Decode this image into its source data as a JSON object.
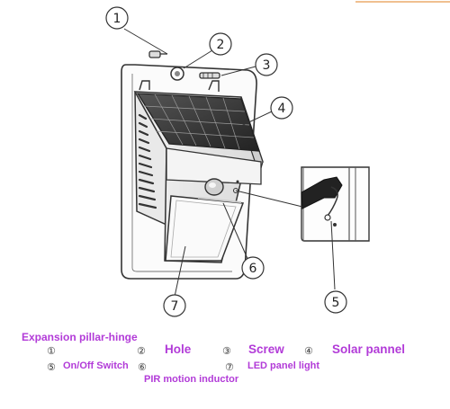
{
  "callouts": [
    "1",
    "2",
    "3",
    "4",
    "5",
    "6",
    "7"
  ],
  "legend": {
    "title": "Expansion pillar-hinge",
    "items": [
      {
        "num": "①",
        "label": ""
      },
      {
        "num": "②",
        "label": "Hole"
      },
      {
        "num": "③",
        "label": "Screw"
      },
      {
        "num": "④",
        "label": "Solar pannel"
      },
      {
        "num": "⑤",
        "label": "On/Off Switch"
      },
      {
        "num": "⑥",
        "label": "PIR motion inductor"
      },
      {
        "num": "⑦",
        "label": "LED panel light"
      }
    ]
  },
  "colors": {
    "line": "#2a2a2a",
    "legend_text": "#b23bd8",
    "solar_panel": "#3a3a3a"
  }
}
